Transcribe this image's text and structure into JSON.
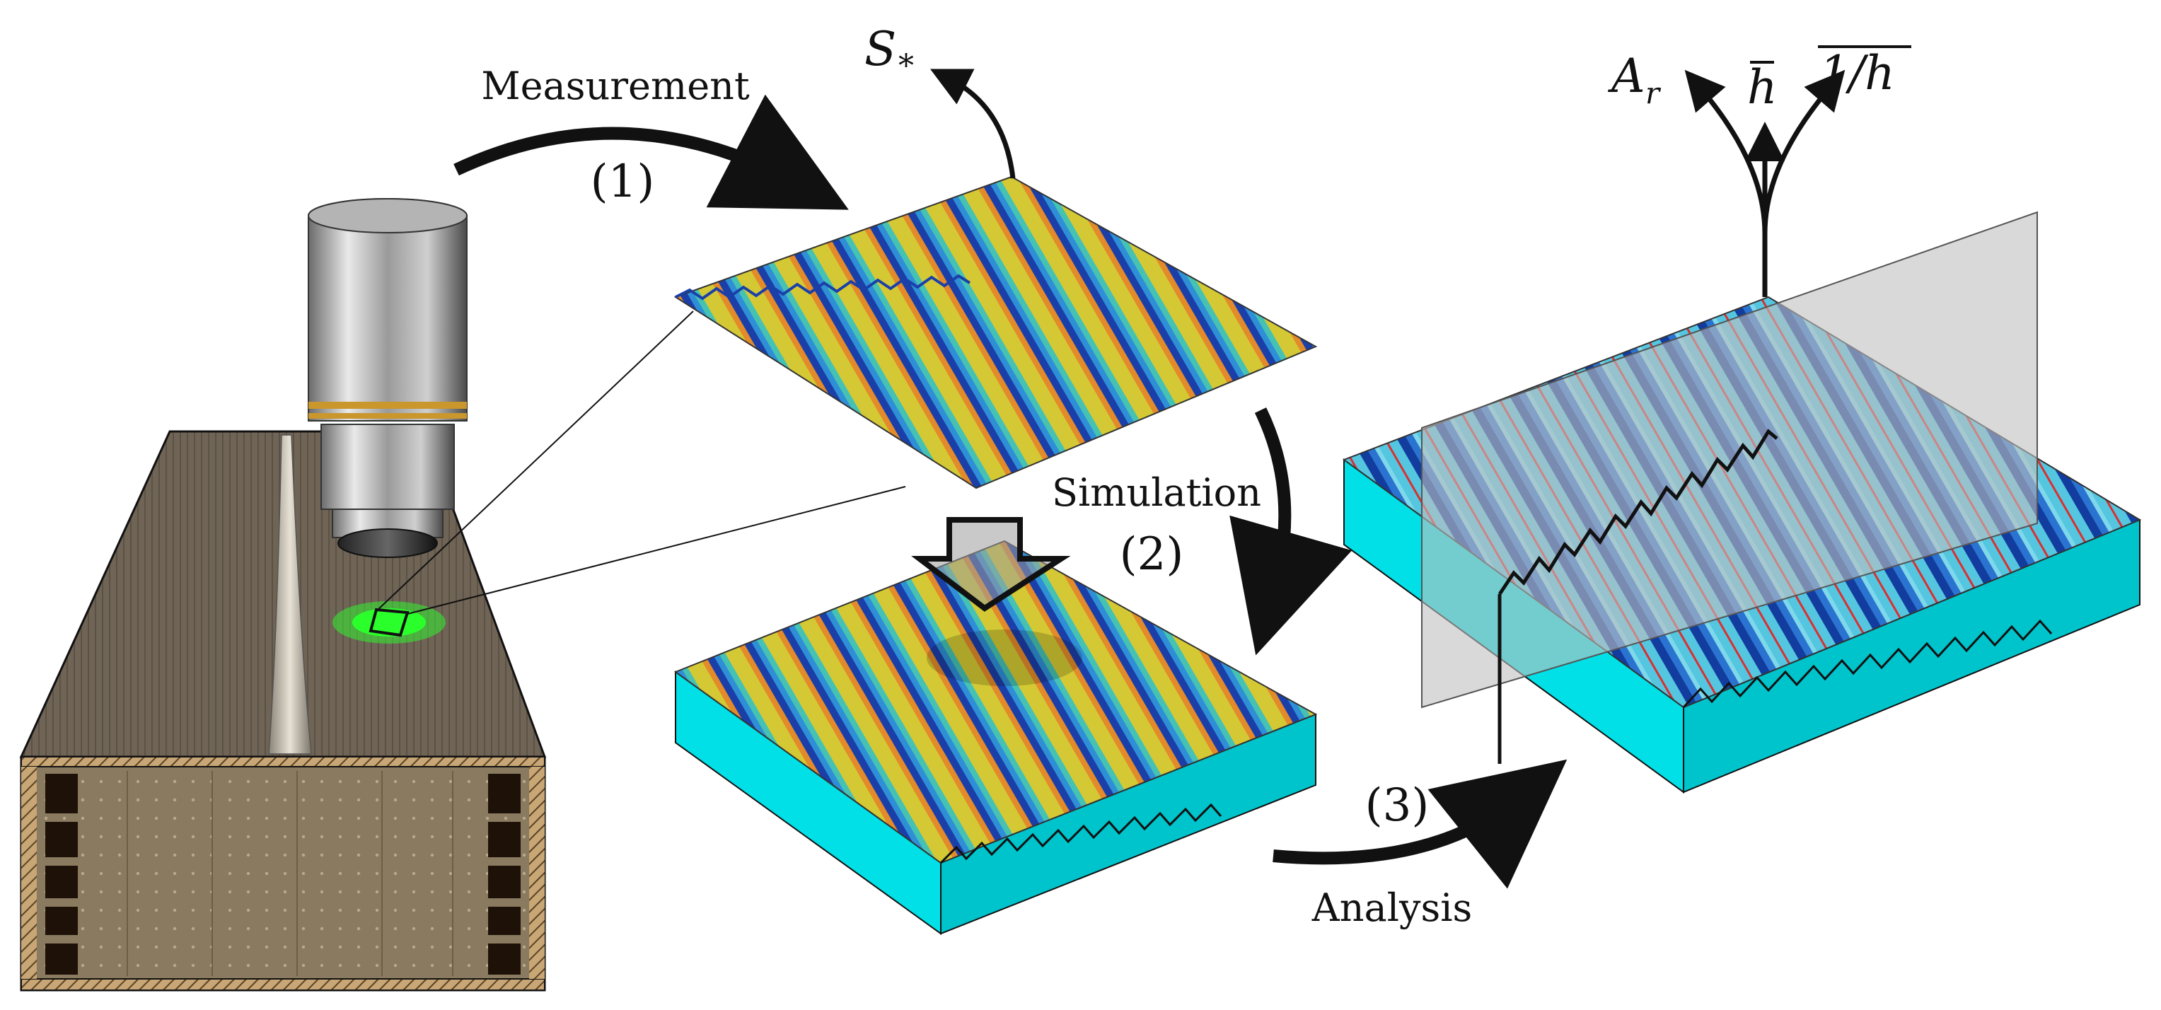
{
  "labels": {
    "measurement": "Measurement",
    "step1": "(1)",
    "simulation": "Simulation",
    "step2": "(2)",
    "step3": "(3)",
    "analysis": "Analysis"
  },
  "symbols": {
    "s_star_base": "S",
    "s_star_sub": "*",
    "a_r_base": "A",
    "a_r_sub": "r",
    "h_bar": "h",
    "inv_h": "1/h"
  },
  "colors": {
    "background": "#ffffff",
    "cyan_block": "#00e0e6",
    "cyan_dark": "#00bcc4",
    "surface_blue": "#1f5fc9",
    "surface_yellow": "#d7c62b",
    "analysis_surface": "#3f8fd6",
    "laser_spot": "#2bff2b",
    "wood_top": "#6e6354",
    "plane_gray": "#bfbfbf",
    "arrow": "#111111"
  }
}
